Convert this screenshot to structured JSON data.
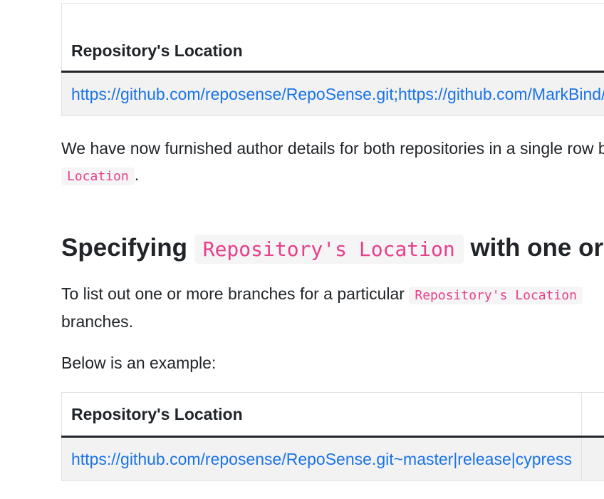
{
  "table1": {
    "header": "Repository's Location",
    "link": "https://github.com/reposense/RepoSense.git;https://github.com/MarkBind/markbind.git"
  },
  "paragraph1": {
    "text_before": "We have now furnished author details for both repositories in a single row by separating them with ",
    "text_line2_code": "Location",
    "text_after": "."
  },
  "heading": {
    "before": "Specifying ",
    "code": "Repository's Location",
    "after": " with one or more branches"
  },
  "paragraph2": {
    "text_before": "To list out one or more branches for a particular ",
    "code": "Repository's Location",
    "text_line2": "branches."
  },
  "paragraph3": {
    "text": "Below is an example:"
  },
  "table2": {
    "header": "Repository's Location",
    "link": "https://github.com/reposense/RepoSense.git~master|release|cypress"
  }
}
